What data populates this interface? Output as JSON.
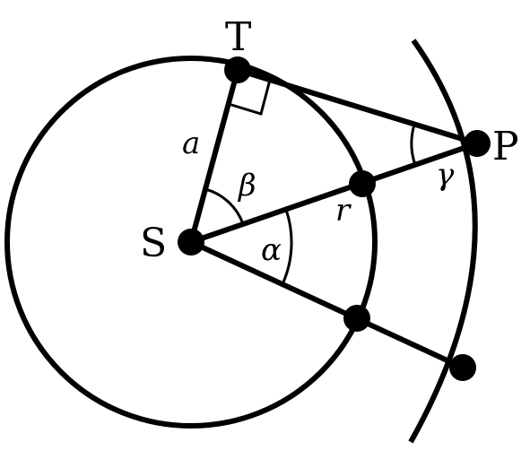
{
  "diagram": {
    "points": {
      "tangent_point": "T",
      "center": "S",
      "external_point": "P"
    },
    "segments": {
      "radius_st": "a",
      "radius_small": "r"
    },
    "angles": {
      "angle_at_s_upper": "β",
      "angle_at_s_lower": "α",
      "angle_at_p": "γ"
    },
    "colors": {
      "ink": "#000000",
      "background": "#ffffff"
    }
  }
}
